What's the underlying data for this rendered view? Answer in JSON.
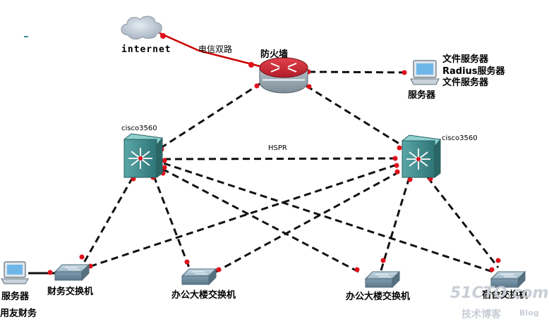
{
  "labels": {
    "internet": "internet",
    "isp_link": "电信双路",
    "firewall": "防火墙",
    "server_top_line1": "文件服务器",
    "server_top_line2": "Radius服务器",
    "server_top_line3": "文件服务器",
    "server_top_caption": "服务器",
    "core_left": "cisco3560",
    "core_right": "cisco3560",
    "hsrp": "HSPR",
    "finance_switch": "财务交换机",
    "office_switch_1": "办公大楼交换机",
    "office_switch_2": "办公大楼交换机",
    "dorm_switch": "宿舍交换机",
    "finance_server_line1": "服务器",
    "finance_server_line2": "用友财务"
  },
  "watermark": {
    "brand": "51CTO.com",
    "tagline": "技术博客",
    "blog": "Blog"
  },
  "colors": {
    "link": "#111111",
    "port": "#e0101a",
    "isp_link": "#cc0000",
    "switch_body": "#8aa5b6",
    "core_body": "#3f8a8c",
    "router_body": "#b8202c",
    "cloud": "#b9c4cf"
  }
}
